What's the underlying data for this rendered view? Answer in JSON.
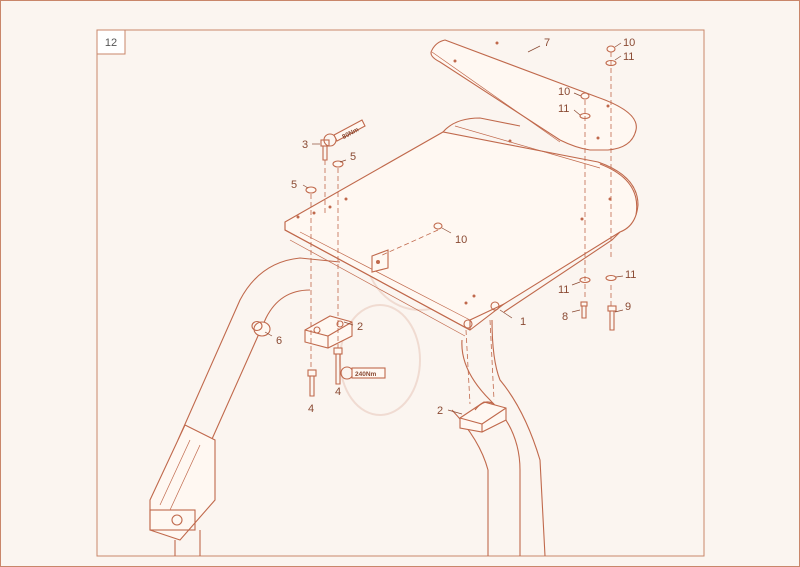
{
  "page_number": "12",
  "colors": {
    "line": "#c0694c",
    "label": "#8a4a33",
    "border": "#c9866a",
    "background": "#fbf5f0"
  },
  "callouts": {
    "c1": "1",
    "c2a": "2",
    "c2b": "2",
    "c3": "3",
    "c4a": "4",
    "c4b": "4",
    "c5a": "5",
    "c5b": "5",
    "c6": "6",
    "c7": "7",
    "c8": "8",
    "c9": "9",
    "c10a": "10",
    "c10b": "10",
    "c10c": "10",
    "c11a": "11",
    "c11b": "11",
    "c11c": "11",
    "c11d": "11"
  },
  "torque_labels": {
    "t1": "80Nm",
    "t2": "240Nm"
  }
}
